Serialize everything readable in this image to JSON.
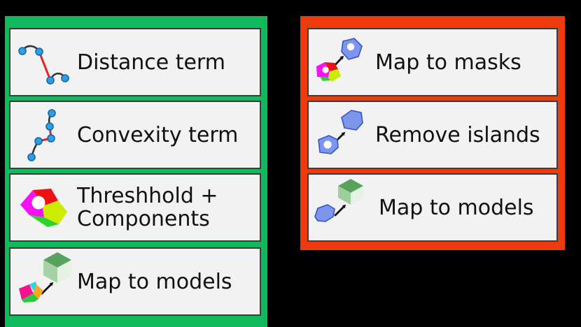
{
  "colors": {
    "background": "#000000",
    "panel-green": "#10b95c",
    "panel-red": "#ee3a0c",
    "box-bg": "#f2f2f2",
    "box-border": "#3c3c3c",
    "text": "#111111"
  },
  "left_panel": {
    "items": [
      {
        "label": "Distance term",
        "icon": "distance-term-icon"
      },
      {
        "label": "Convexity term",
        "icon": "convexity-term-icon"
      },
      {
        "label": "Threshhold +\nComponents",
        "icon": "threshold-components-icon"
      },
      {
        "label": "Map to models",
        "icon": "map-to-models-icon"
      }
    ]
  },
  "right_panel": {
    "items": [
      {
        "label": "Map to masks",
        "icon": "map-to-masks-icon"
      },
      {
        "label": "Remove islands",
        "icon": "remove-islands-icon"
      },
      {
        "label": "Map to models",
        "icon": "map-to-models-icon"
      }
    ]
  }
}
